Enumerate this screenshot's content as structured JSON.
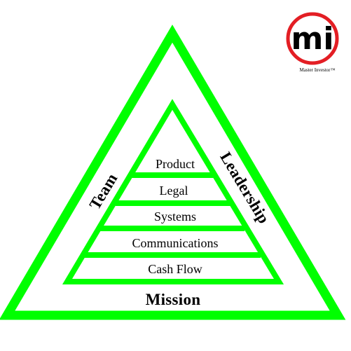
{
  "colors": {
    "triangle_stroke": "#00ff00",
    "background": "#ffffff",
    "logo_ring": "#e31e24",
    "text": "#000000"
  },
  "diagram": {
    "sides": {
      "left": "Team",
      "right": "Leadership",
      "bottom": "Mission"
    },
    "levels": [
      "Product",
      "Legal",
      "Systems",
      "Communications",
      "Cash Flow"
    ]
  },
  "logo": {
    "mark": "mi",
    "caption": "Master Investor™",
    "icon": "master-investor-logo-icon"
  }
}
